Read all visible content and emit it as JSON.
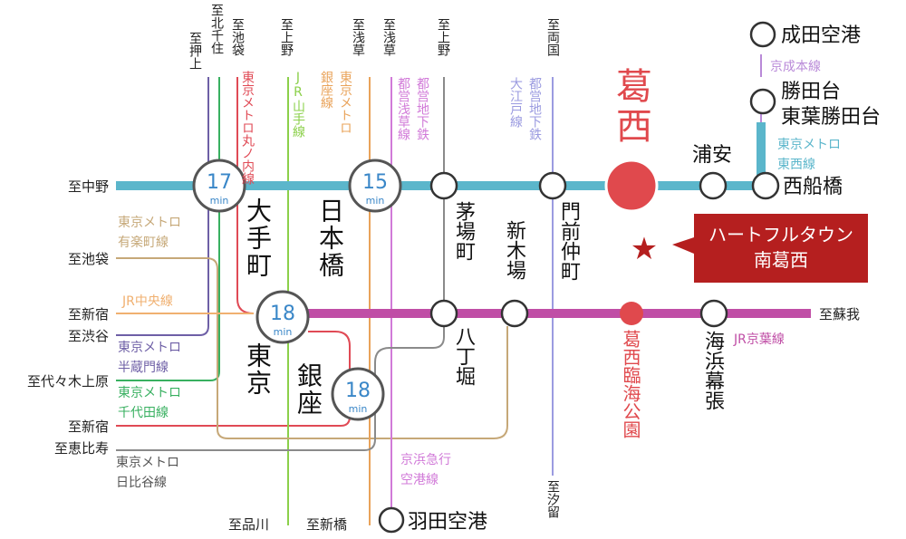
{
  "colors": {
    "tozai": "#5bb6cb",
    "keiyo": "#c04ea6",
    "keisei": "#b98ad8",
    "marunouchi": "#e04a55",
    "yamanote": "#8bd04a",
    "ginza": "#e9a35a",
    "asakusa": "#d17ad8",
    "oedo": "#9b9be0",
    "hibiya": "#8a8a8a",
    "yurakucho": "#c6a878",
    "chuo": "#f0b070",
    "hanzomon": "#6e5fa6",
    "chiyoda": "#38b060",
    "kasai": "#e0494d",
    "htt_bg": "#b51f1f",
    "badge_text": "#3a87c8"
  },
  "top_dirs": {
    "oshiage": "至押上",
    "kitasenju": "至北千住",
    "ikebukuro": "至池袋",
    "ueno_a": "至上野",
    "asakusa_a": "至浅草",
    "asakusa_b": "至浅草",
    "ueno_b": "至上野",
    "ryogoku": "至両国"
  },
  "line_names": {
    "marunouchi": "東京メトロ丸ノ内線",
    "yamanote": "JR山手線",
    "ginza": "東京メトロ銀座線",
    "asakusa": "都営浅草線",
    "mita": "都営地下鉄",
    "oedo": "都営地下鉄大江戸線",
    "keisei": "京成本線",
    "tozai": "東京メトロ東西線",
    "yurakucho": "東京メトロ有楽町線",
    "chuo": "JR中央線",
    "hanzomon": "東京メトロ半蔵門線",
    "chiyoda": "東京メトロ千代田線",
    "hibiya": "東京メトロ日比谷線",
    "keikyu": "京浜急行空港線",
    "keiyo": "JR京葉線"
  },
  "left_dirs": {
    "nakano": "至中野",
    "ikebukuro": "至池袋",
    "shinjuku_a": "至新宿",
    "shibuya": "至渋谷",
    "yoyogi": "至代々木上原",
    "shinjuku_b": "至新宿",
    "ebisu": "至恵比寿"
  },
  "bottom_dirs": {
    "shinagawa": "至品川",
    "shinbashi": "至新橋",
    "shiodome": "至汐留"
  },
  "right_dirs": {
    "soga": "至蘇我"
  },
  "stations": {
    "kasai": "葛西",
    "urayasu": "浦安",
    "nishifunabashi": "西船橋",
    "narita": "成田空港",
    "katsutadai": "勝田台",
    "toyokatsutadai": "東葉勝田台",
    "otemachi": "大手町",
    "nihonbashi": "日本橋",
    "kayabacho": "茅場町",
    "monzennakacho": "門前仲町",
    "shinkiba": "新木場",
    "hatchobori": "八丁堀",
    "tokyo": "東京",
    "ginza": "銀座",
    "kasairinkai": "葛西臨海公園",
    "kaihinmakuhari": "海浜幕張",
    "haneda": "羽田空港"
  },
  "badges": {
    "otemachi": {
      "value": "17",
      "unit": "min"
    },
    "nihonbashi": {
      "value": "15",
      "unit": "min"
    },
    "tokyo": {
      "value": "18",
      "unit": "min"
    },
    "ginza": {
      "value": "18",
      "unit": "min"
    }
  },
  "property": {
    "line1": "ハートフルタウン",
    "line2": "南葛西",
    "star": "★"
  }
}
